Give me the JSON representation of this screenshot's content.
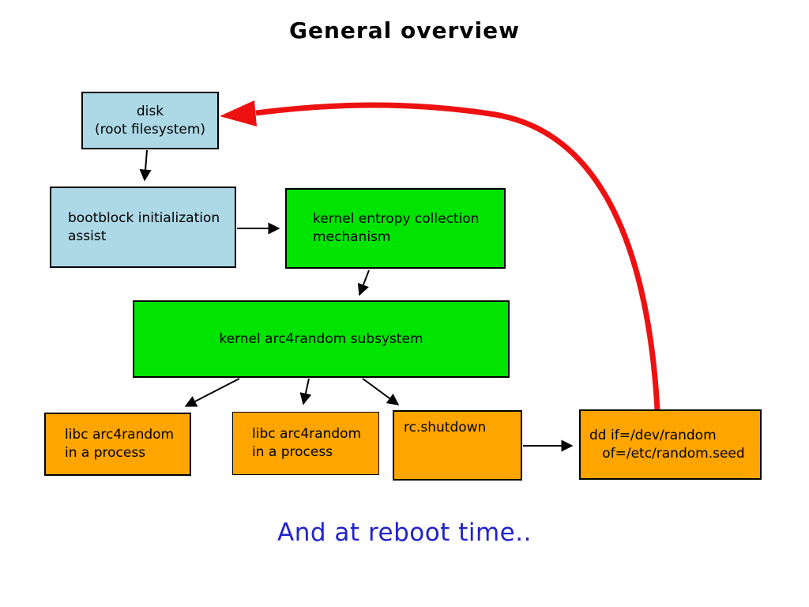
{
  "title": "General overview",
  "caption": "And at reboot time..",
  "colors": {
    "box_blue": "#ADD8E6",
    "box_green": "#00E400",
    "box_orange": "#FFA500",
    "arrow_red": "#EE1111",
    "arrow_black": "#000000",
    "caption_blue": "#2222CC",
    "title_black": "#000000"
  },
  "nodes": {
    "disk": {
      "label": "disk\n(root filesystem)"
    },
    "bootblock": {
      "label": "bootblock initialization\nassist"
    },
    "entropy": {
      "label": "kernel entropy collection\nmechanism"
    },
    "subsystem": {
      "label": "kernel arc4random subsystem"
    },
    "libc1": {
      "label": "libc arc4random\nin a process"
    },
    "libc2": {
      "label": "libc arc4random\nin a process"
    },
    "rcshutdown": {
      "label": "rc.shutdown"
    },
    "dd": {
      "label": "dd if=/dev/random\n   of=/etc/random.seed"
    }
  },
  "edges": [
    {
      "from": "disk",
      "to": "bootblock",
      "color": "black"
    },
    {
      "from": "bootblock",
      "to": "entropy",
      "color": "black"
    },
    {
      "from": "entropy",
      "to": "subsystem",
      "color": "black"
    },
    {
      "from": "subsystem",
      "to": "libc1",
      "color": "black"
    },
    {
      "from": "subsystem",
      "to": "libc2",
      "color": "black"
    },
    {
      "from": "subsystem",
      "to": "rcshutdown",
      "color": "black"
    },
    {
      "from": "rcshutdown",
      "to": "dd",
      "color": "black"
    },
    {
      "from": "dd",
      "to": "disk",
      "color": "red",
      "style": "thick-curve"
    }
  ]
}
